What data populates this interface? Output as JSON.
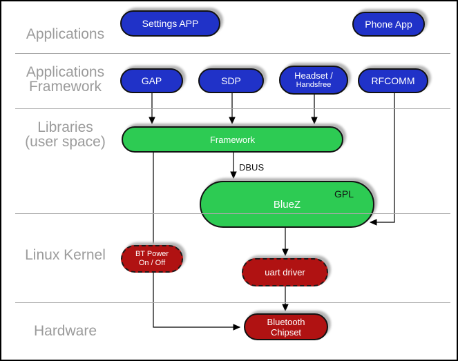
{
  "side_labels": {
    "applications": "Applications",
    "applications_framework": "Applications\nFramework",
    "libraries": "Libraries\n(user space)",
    "linux_kernel": "Linux Kernel",
    "hardware": "Hardware"
  },
  "nodes": {
    "settings_app": "Settings APP",
    "phone_app": "Phone App",
    "gap": "GAP",
    "sdp": "SDP",
    "headset_line1": "Headset /",
    "headset_line2": "Handsfree",
    "rfcomm": "RFCOMM",
    "framework": "Framework",
    "bluez": "BlueZ",
    "bluez_license": "GPL",
    "bt_power": "BT Power\nOn / Off",
    "uart_driver": "uart driver",
    "bluetooth_chipset": "Bluetooth\nChipset"
  },
  "edge_labels": {
    "dbus": "DBUS"
  },
  "colors": {
    "app_node_blue": "#2032c8",
    "userspace_node_green": "#2dcb53",
    "kernel_node_red": "#b01212",
    "layer_label_gray": "#9b9b9b"
  }
}
